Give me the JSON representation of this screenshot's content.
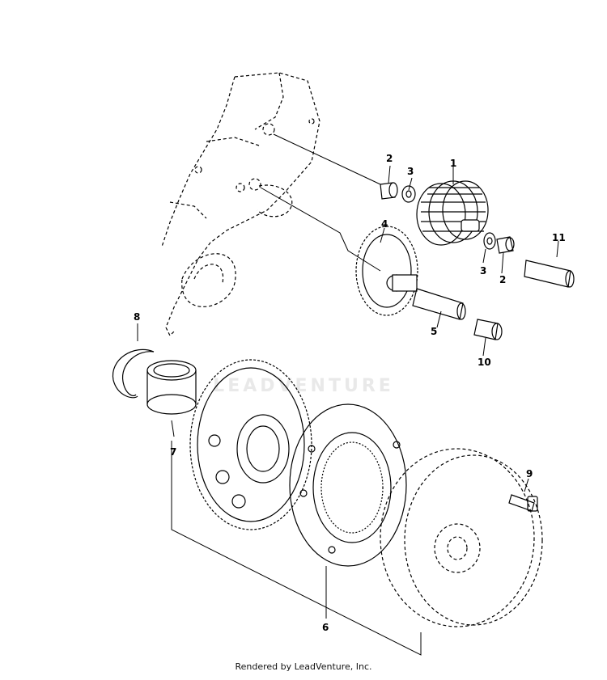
{
  "diagram": {
    "callouts": {
      "p1": "1",
      "p2a": "2",
      "p3a": "3",
      "p4": "4",
      "p11": "11",
      "p3b": "3",
      "p2b": "2",
      "p5": "5",
      "p10": "10",
      "p8": "8",
      "p7": "7",
      "p9": "9",
      "p6": "6"
    },
    "watermark_text": "LEADVENTURE"
  },
  "footer": {
    "text": "Rendered by LeadVenture, Inc."
  }
}
